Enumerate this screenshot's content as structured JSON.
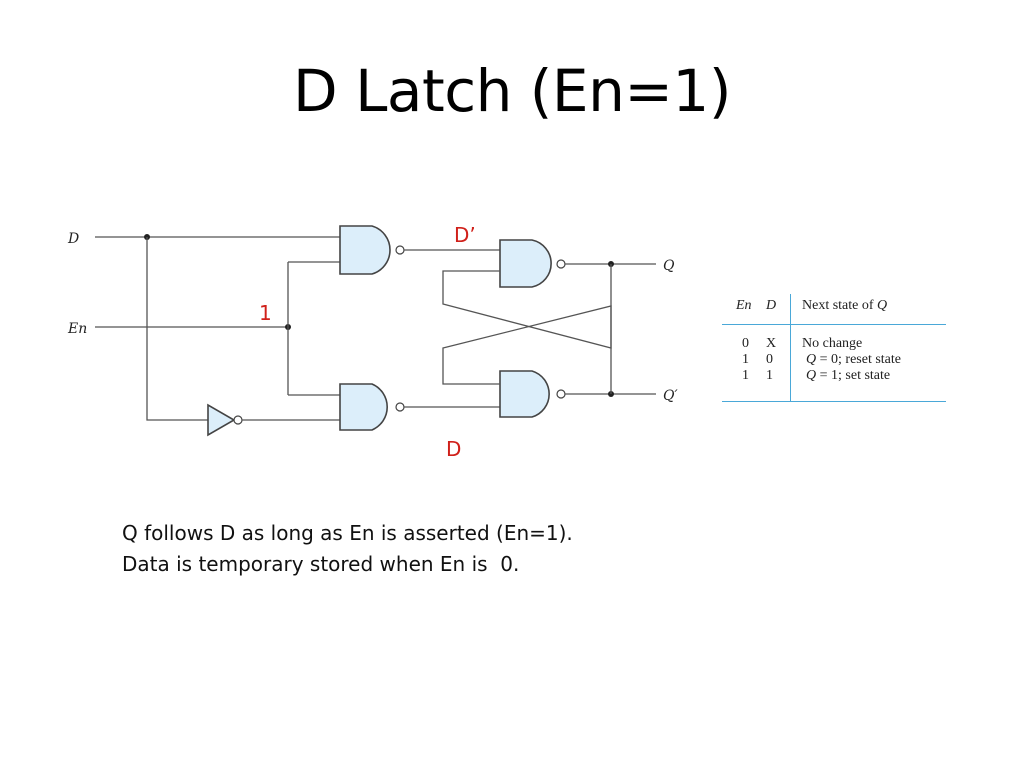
{
  "title": "D Latch (En=1)",
  "diagram": {
    "inputs": {
      "d": "D",
      "en": "En"
    },
    "outputs": {
      "q": "Q",
      "q_not": "Q′"
    },
    "annotations": {
      "d_prime": "D’",
      "one": "1",
      "d_lower": "D"
    }
  },
  "truth_table": {
    "headers": {
      "en": "En",
      "d": "D",
      "next_state": "Next state of"
    },
    "header_q": "Q",
    "rows": [
      {
        "en": "0",
        "d": "X",
        "q": "",
        "text": "No change"
      },
      {
        "en": "1",
        "d": "0",
        "q": "Q",
        "text": " = 0; reset state"
      },
      {
        "en": "1",
        "d": "1",
        "q": "Q",
        "text": " = 1; set state"
      }
    ]
  },
  "caption": {
    "line1": "Q follows D as long as En is asserted (En=1).",
    "line2": "Data is temporary stored when En is  0."
  }
}
